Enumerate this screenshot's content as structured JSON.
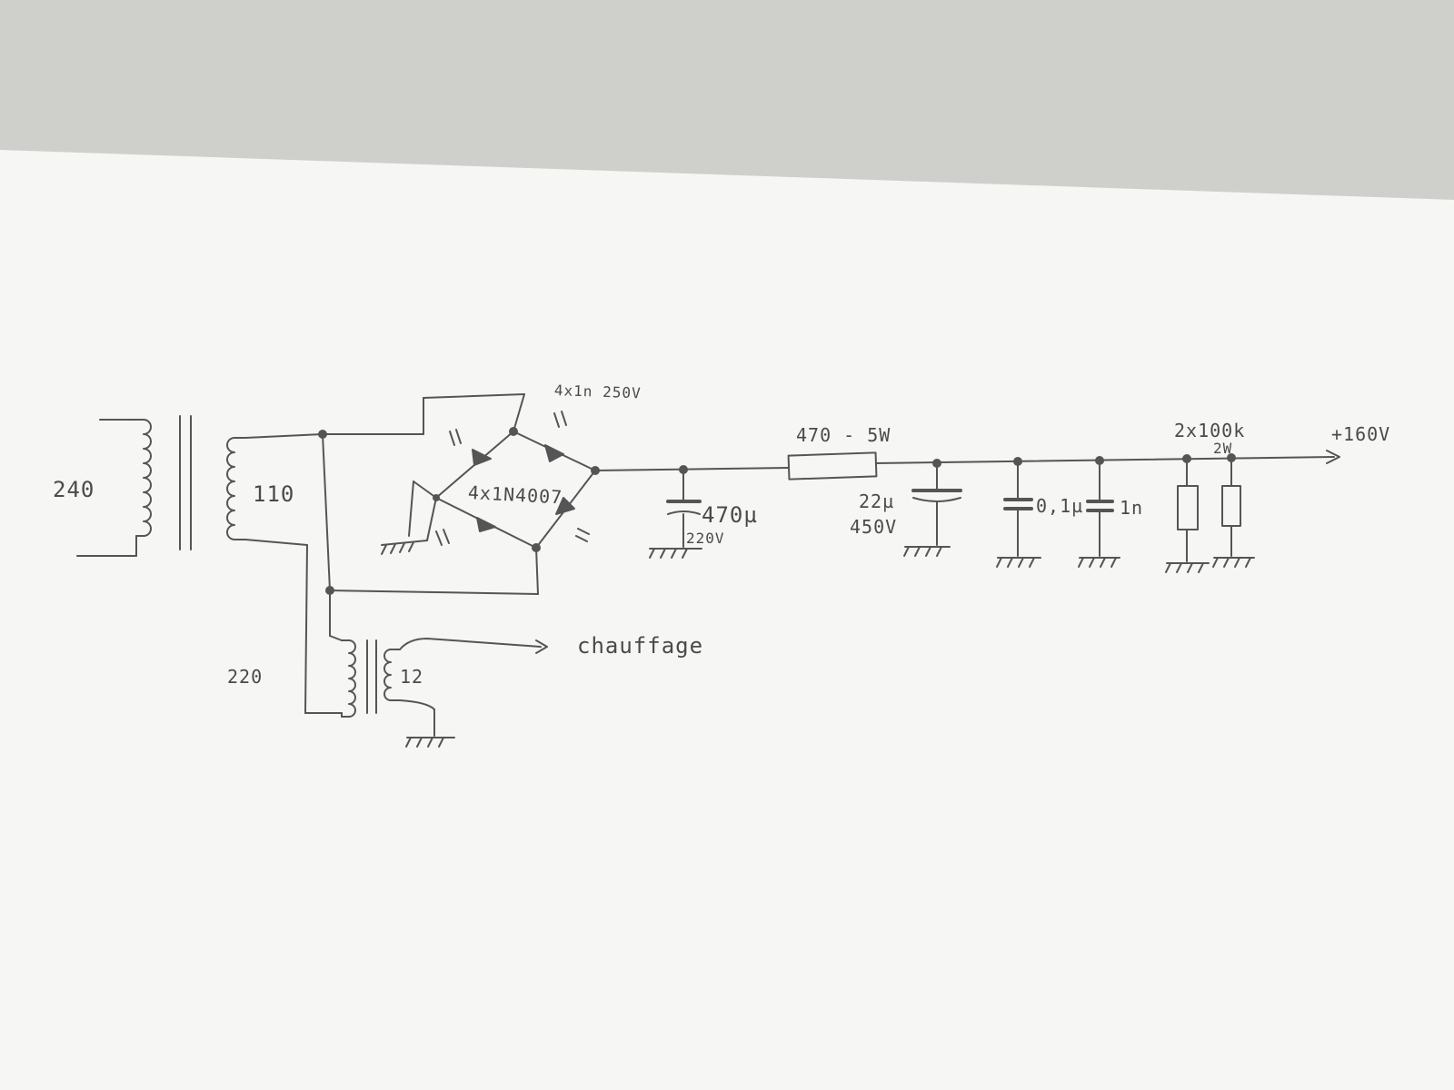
{
  "labels": {
    "primary_voltage": "240",
    "secondary_voltage": "110",
    "aux_primary": "220",
    "aux_secondary": "12",
    "heater_output": "chauffage",
    "bridge_caps": "4x1n 250V",
    "bridge_diodes": "4x1N4007",
    "filter_cap_1_value": "470µ",
    "filter_cap_1_rating": "220V",
    "series_resistor": "470 - 5W",
    "filter_cap_2_value": "22µ",
    "filter_cap_2_rating": "450V",
    "decoupling_cap_1": "0,1µ",
    "decoupling_cap_2": "1n",
    "bleeder_resistors": "2x100k",
    "bleeder_rating": "2W",
    "output_voltage": "+160V"
  }
}
